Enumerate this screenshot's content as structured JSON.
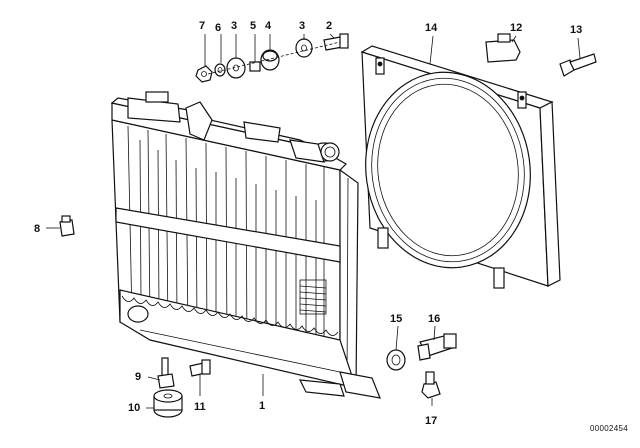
{
  "labels": {
    "l1": "1",
    "l2": "2",
    "l3a": "3",
    "l3b": "3",
    "l4": "4",
    "l5": "5",
    "l6": "6",
    "l7": "7",
    "l8": "8",
    "l9": "9",
    "l10": "10",
    "l11": "11",
    "l12": "12",
    "l13": "13",
    "l14": "14",
    "l15": "15",
    "l16": "16",
    "l17": "17"
  },
  "diagram_code": "00002454"
}
